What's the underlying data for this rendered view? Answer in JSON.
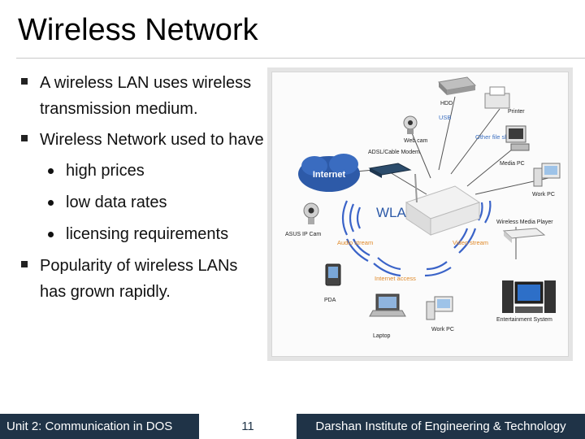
{
  "slide": {
    "title": "Wireless Network"
  },
  "bullets": [
    {
      "text": "A wireless LAN uses wireless transmission medium."
    },
    {
      "text": "Wireless Network used to have"
    },
    {
      "text": "Popularity of wireless LANs has grown rapidly."
    }
  ],
  "sub_bullets": [
    {
      "text": "high prices"
    },
    {
      "text": "low data rates"
    },
    {
      "text": "licensing requirements"
    }
  ],
  "diagram": {
    "center_label": "WLAN",
    "internet_label": "Internet",
    "labels": {
      "hdd": "HDD",
      "printer": "Printer",
      "usb": "USB",
      "web_cam": "Web cam",
      "other_file_sharing": "Other file sharing",
      "adsl_modem": "ADSL/Cable Modem",
      "media_pc": "Media PC",
      "work_pc_right": "Work PC",
      "wireless_media_player": "Wireless Media Player",
      "asus_ip_cam": "ASUS IP Cam",
      "audio_stream": "Audio stream",
      "video_stream": "Video stream",
      "internet_access": "Internet access",
      "pda": "PDA",
      "laptop": "Laptop",
      "work_pc_bottom": "Work PC",
      "entertainment_system": "Entertainment System"
    },
    "colors": {
      "wave_blue": "#3a63c8",
      "internet_blue": "#2d5aa8",
      "label_blue": "#3b6fc0",
      "label_orange": "#e08a2a"
    }
  },
  "footer": {
    "course": "Unit 2: Communication in DOS",
    "page_number": "11",
    "institute": "Darshan Institute of Engineering & Technology"
  }
}
